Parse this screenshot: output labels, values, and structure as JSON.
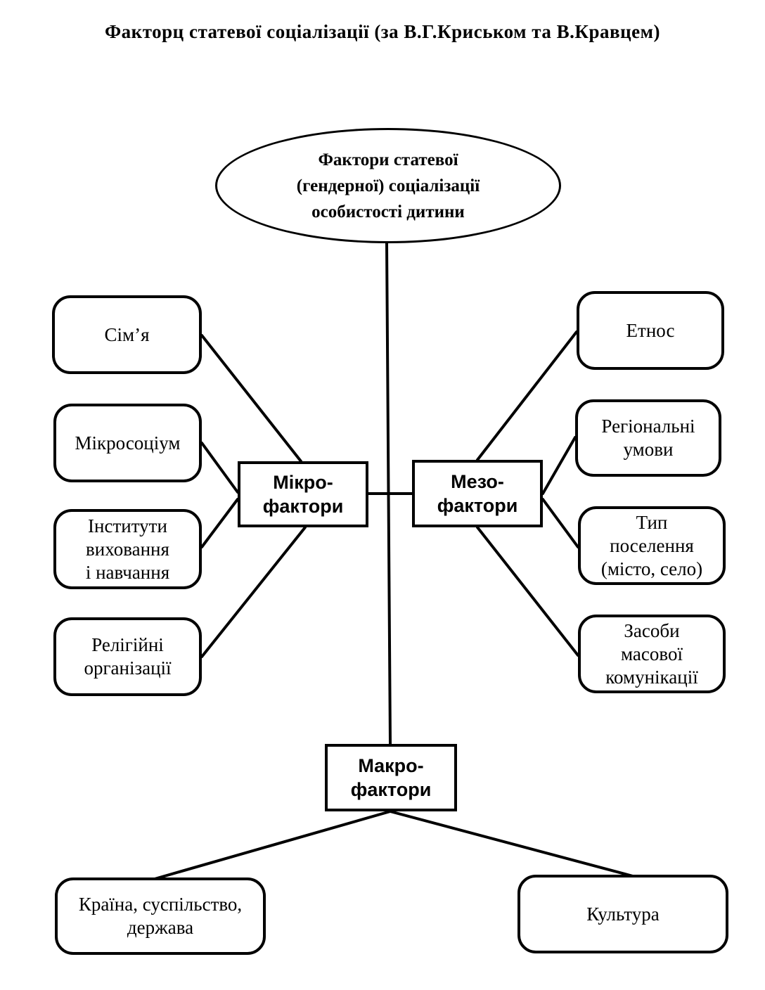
{
  "title": "Факторц статевої соціалізації (за В.Г.Криськом та В.Кравцем)",
  "root": "Фактори статевої\n(гендерної) соціалізації\nособистості дитини",
  "micro": {
    "label": "Мікро-\nфактори",
    "items": [
      "Сім’я",
      "Мікросоціум",
      "Інститути\nвиховання\nі навчання",
      "Релігійні\nорганізації"
    ]
  },
  "meso": {
    "label": "Мезо-\nфактори",
    "items": [
      "Етнос",
      "Регіональні\nумови",
      "Тип\nпоселення\n(місто, село)",
      "Засоби\nмасової\nкомунікації"
    ]
  },
  "macro": {
    "label": "Макро-\nфактори",
    "items": [
      "Країна, суспільство,\nдержава",
      "Культура"
    ]
  }
}
